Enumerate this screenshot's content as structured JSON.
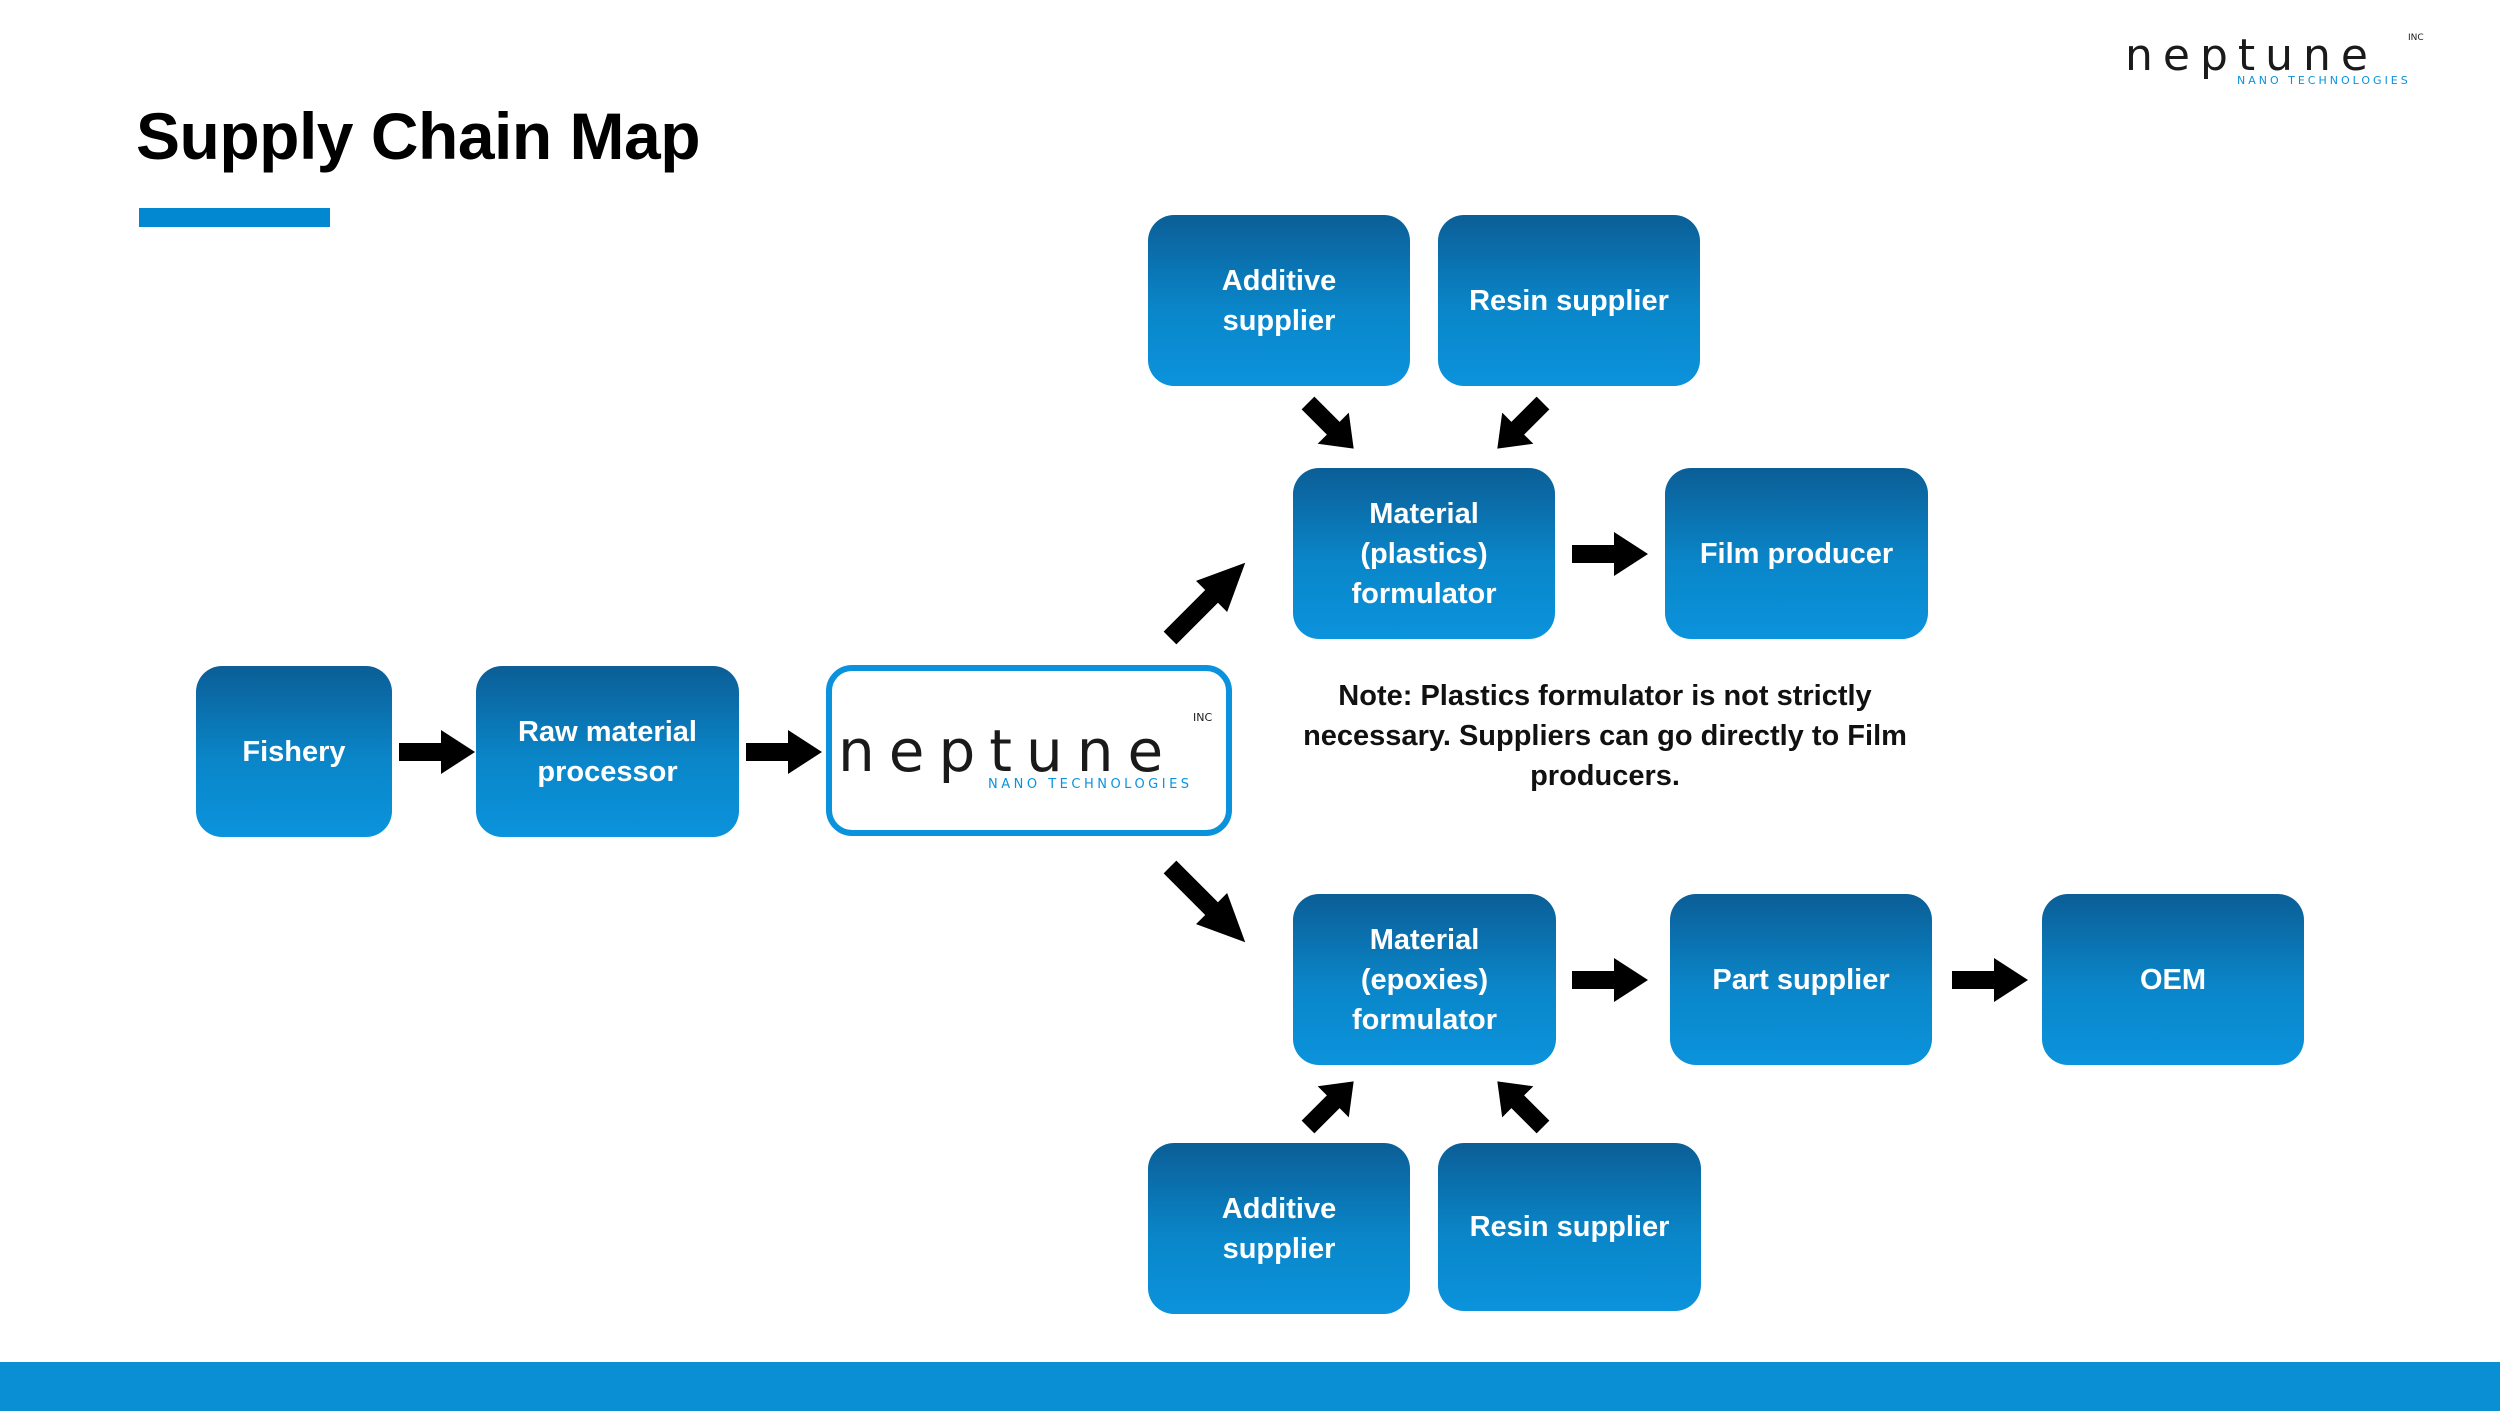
{
  "header": {
    "title": "Supply Chain Map",
    "logo": {
      "word": "neptune",
      "inc": "INC",
      "subtitle": "NANO TECHNOLOGIES"
    }
  },
  "diagram": {
    "nodes": {
      "fishery": "Fishery",
      "raw_processor": "Raw material\nprocessor",
      "neptune": {
        "word": "neptune",
        "inc": "INC",
        "subtitle": "NANO TECHNOLOGIES"
      },
      "additive_top": "Additive\nsupplier",
      "resin_top": "Resin supplier",
      "plastics_formulator": "Material\n(plastics)\nformulator",
      "film_producer": "Film producer",
      "epoxies_formulator": "Material\n(epoxies)\nformulator",
      "part_supplier": "Part supplier",
      "oem": "OEM",
      "additive_bottom": "Additive\nsupplier",
      "resin_bottom": "Resin supplier"
    },
    "note": "Note: Plastics formulator is not strictly necessary. Suppliers can go directly to Film producers.",
    "edges": [
      [
        "fishery",
        "raw_processor"
      ],
      [
        "raw_processor",
        "neptune"
      ],
      [
        "neptune",
        "plastics_formulator"
      ],
      [
        "neptune",
        "epoxies_formulator"
      ],
      [
        "additive_top",
        "plastics_formulator"
      ],
      [
        "resin_top",
        "plastics_formulator"
      ],
      [
        "plastics_formulator",
        "film_producer"
      ],
      [
        "additive_bottom",
        "epoxies_formulator"
      ],
      [
        "resin_bottom",
        "epoxies_formulator"
      ],
      [
        "epoxies_formulator",
        "part_supplier"
      ],
      [
        "part_supplier",
        "oem"
      ]
    ]
  },
  "colors": {
    "box_top": "#0b5e96",
    "box_bottom": "#0b93dc",
    "accent": "#0a93dc",
    "arrow": "#000000",
    "footer": "#0b8fd4"
  }
}
